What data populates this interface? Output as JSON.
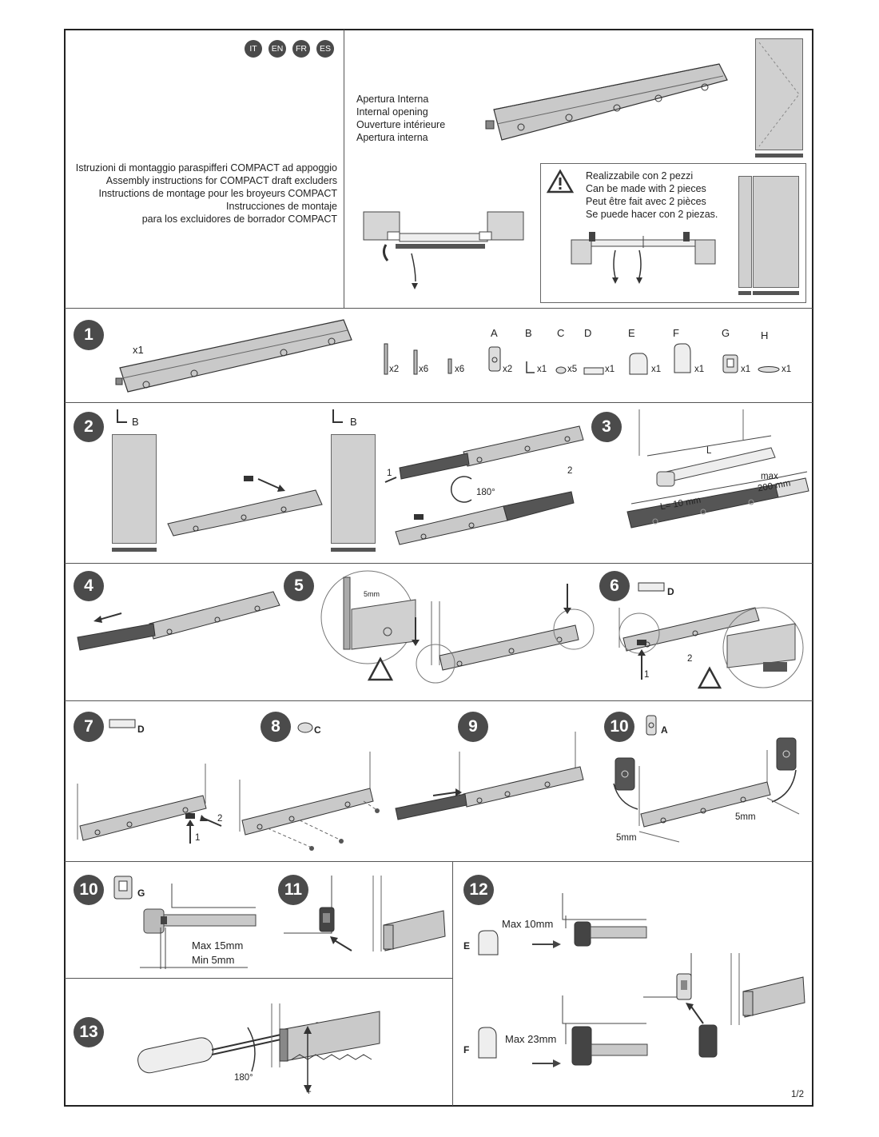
{
  "languages": [
    "IT",
    "EN",
    "FR",
    "ES"
  ],
  "title_lines": [
    "Istruzioni di montaggio paraspifferi COMPACT ad appoggio",
    "Assembly instructions for COMPACT draft excluders",
    "Instructions de montage pour les broyeurs COMPACT",
    "Instrucciones de montaje",
    "para los excluidores de borrador COMPACT"
  ],
  "opening_lines": [
    "Apertura Interna",
    "Internal opening",
    "Ouverture intérieure",
    "Apertura interna"
  ],
  "warning_lines": [
    "Realizzabile con 2 pezzi",
    "Can be made with 2 pieces",
    "Peut être fait avec 2 pièces",
    "Se puede hacer con 2 piezas."
  ],
  "steps": [
    "1",
    "2",
    "3",
    "4",
    "5",
    "6",
    "7",
    "8",
    "9",
    "10",
    "10",
    "11",
    "12",
    "13"
  ],
  "step1": {
    "qty_main": "x1",
    "screws": [
      "x2",
      "x6",
      "x6"
    ],
    "parts": [
      {
        "letter": "A",
        "qty": "x2"
      },
      {
        "letter": "B",
        "qty": "x1"
      },
      {
        "letter": "C",
        "qty": "x5"
      },
      {
        "letter": "D",
        "qty": "x1"
      },
      {
        "letter": "E",
        "qty": "x1"
      },
      {
        "letter": "F",
        "qty": "x1"
      },
      {
        "letter": "G",
        "qty": "x1"
      },
      {
        "letter": "H",
        "qty": "x1"
      }
    ]
  },
  "step2": {
    "part_a": "B",
    "part_b": "B",
    "arrow1": "1",
    "arrow2": "2",
    "rotation": "180°"
  },
  "step3": {
    "length": "L",
    "cut": "L= 10 mm",
    "max_a": "max",
    "max_b": "200 mm"
  },
  "step5": {
    "gap": "5mm"
  },
  "step6": {
    "part": "D",
    "n1": "1",
    "n2": "2"
  },
  "step7": {
    "part": "D",
    "n1": "1",
    "n2": "2"
  },
  "step8": {
    "part": "C"
  },
  "step10a": {
    "part": "A",
    "gap1": "5mm",
    "gap2": "5mm"
  },
  "step10b": {
    "part": "G",
    "max": "Max 15mm",
    "min": "Min    5mm"
  },
  "step12": {
    "part_e": "E",
    "max_e": "Max 10mm",
    "part_f": "F",
    "max_f": "Max 23mm"
  },
  "step13": {
    "rotation": "180°",
    "minus": "-",
    "plus": "+"
  },
  "page_number": "1/2"
}
